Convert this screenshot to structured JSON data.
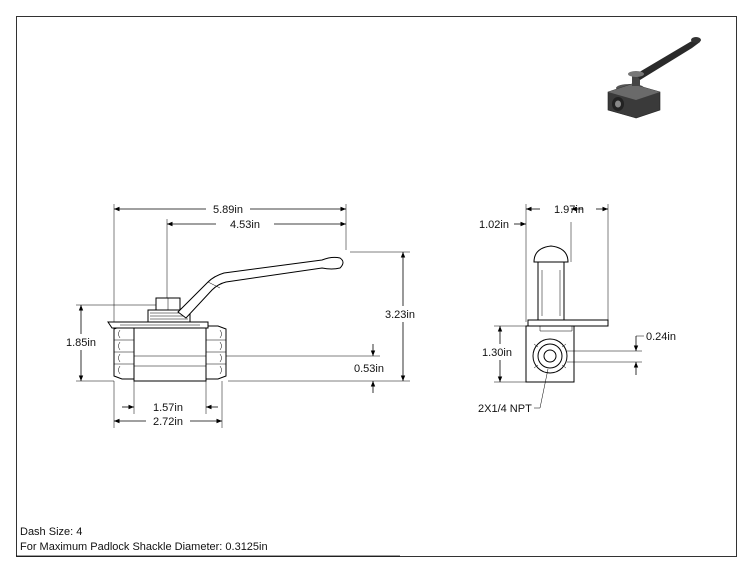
{
  "dimensions": {
    "overall_length": "5.89in",
    "handle_reach": "4.53in",
    "overall_height": "3.23in",
    "body_height": "1.85in",
    "port_offset": "0.53in",
    "port_spacing": "1.57in",
    "body_length": "2.72in",
    "side_stem_offset": "1.02in",
    "side_handle_width": "1.97in",
    "side_body_height": "1.30in",
    "side_port_offset": "0.24in"
  },
  "callouts": {
    "port_thread": "2X1/4 NPT"
  },
  "notes": {
    "dash_size": "Dash Size: 4",
    "padlock": "For Maximum Padlock Shackle Diameter: 0.3125in"
  }
}
